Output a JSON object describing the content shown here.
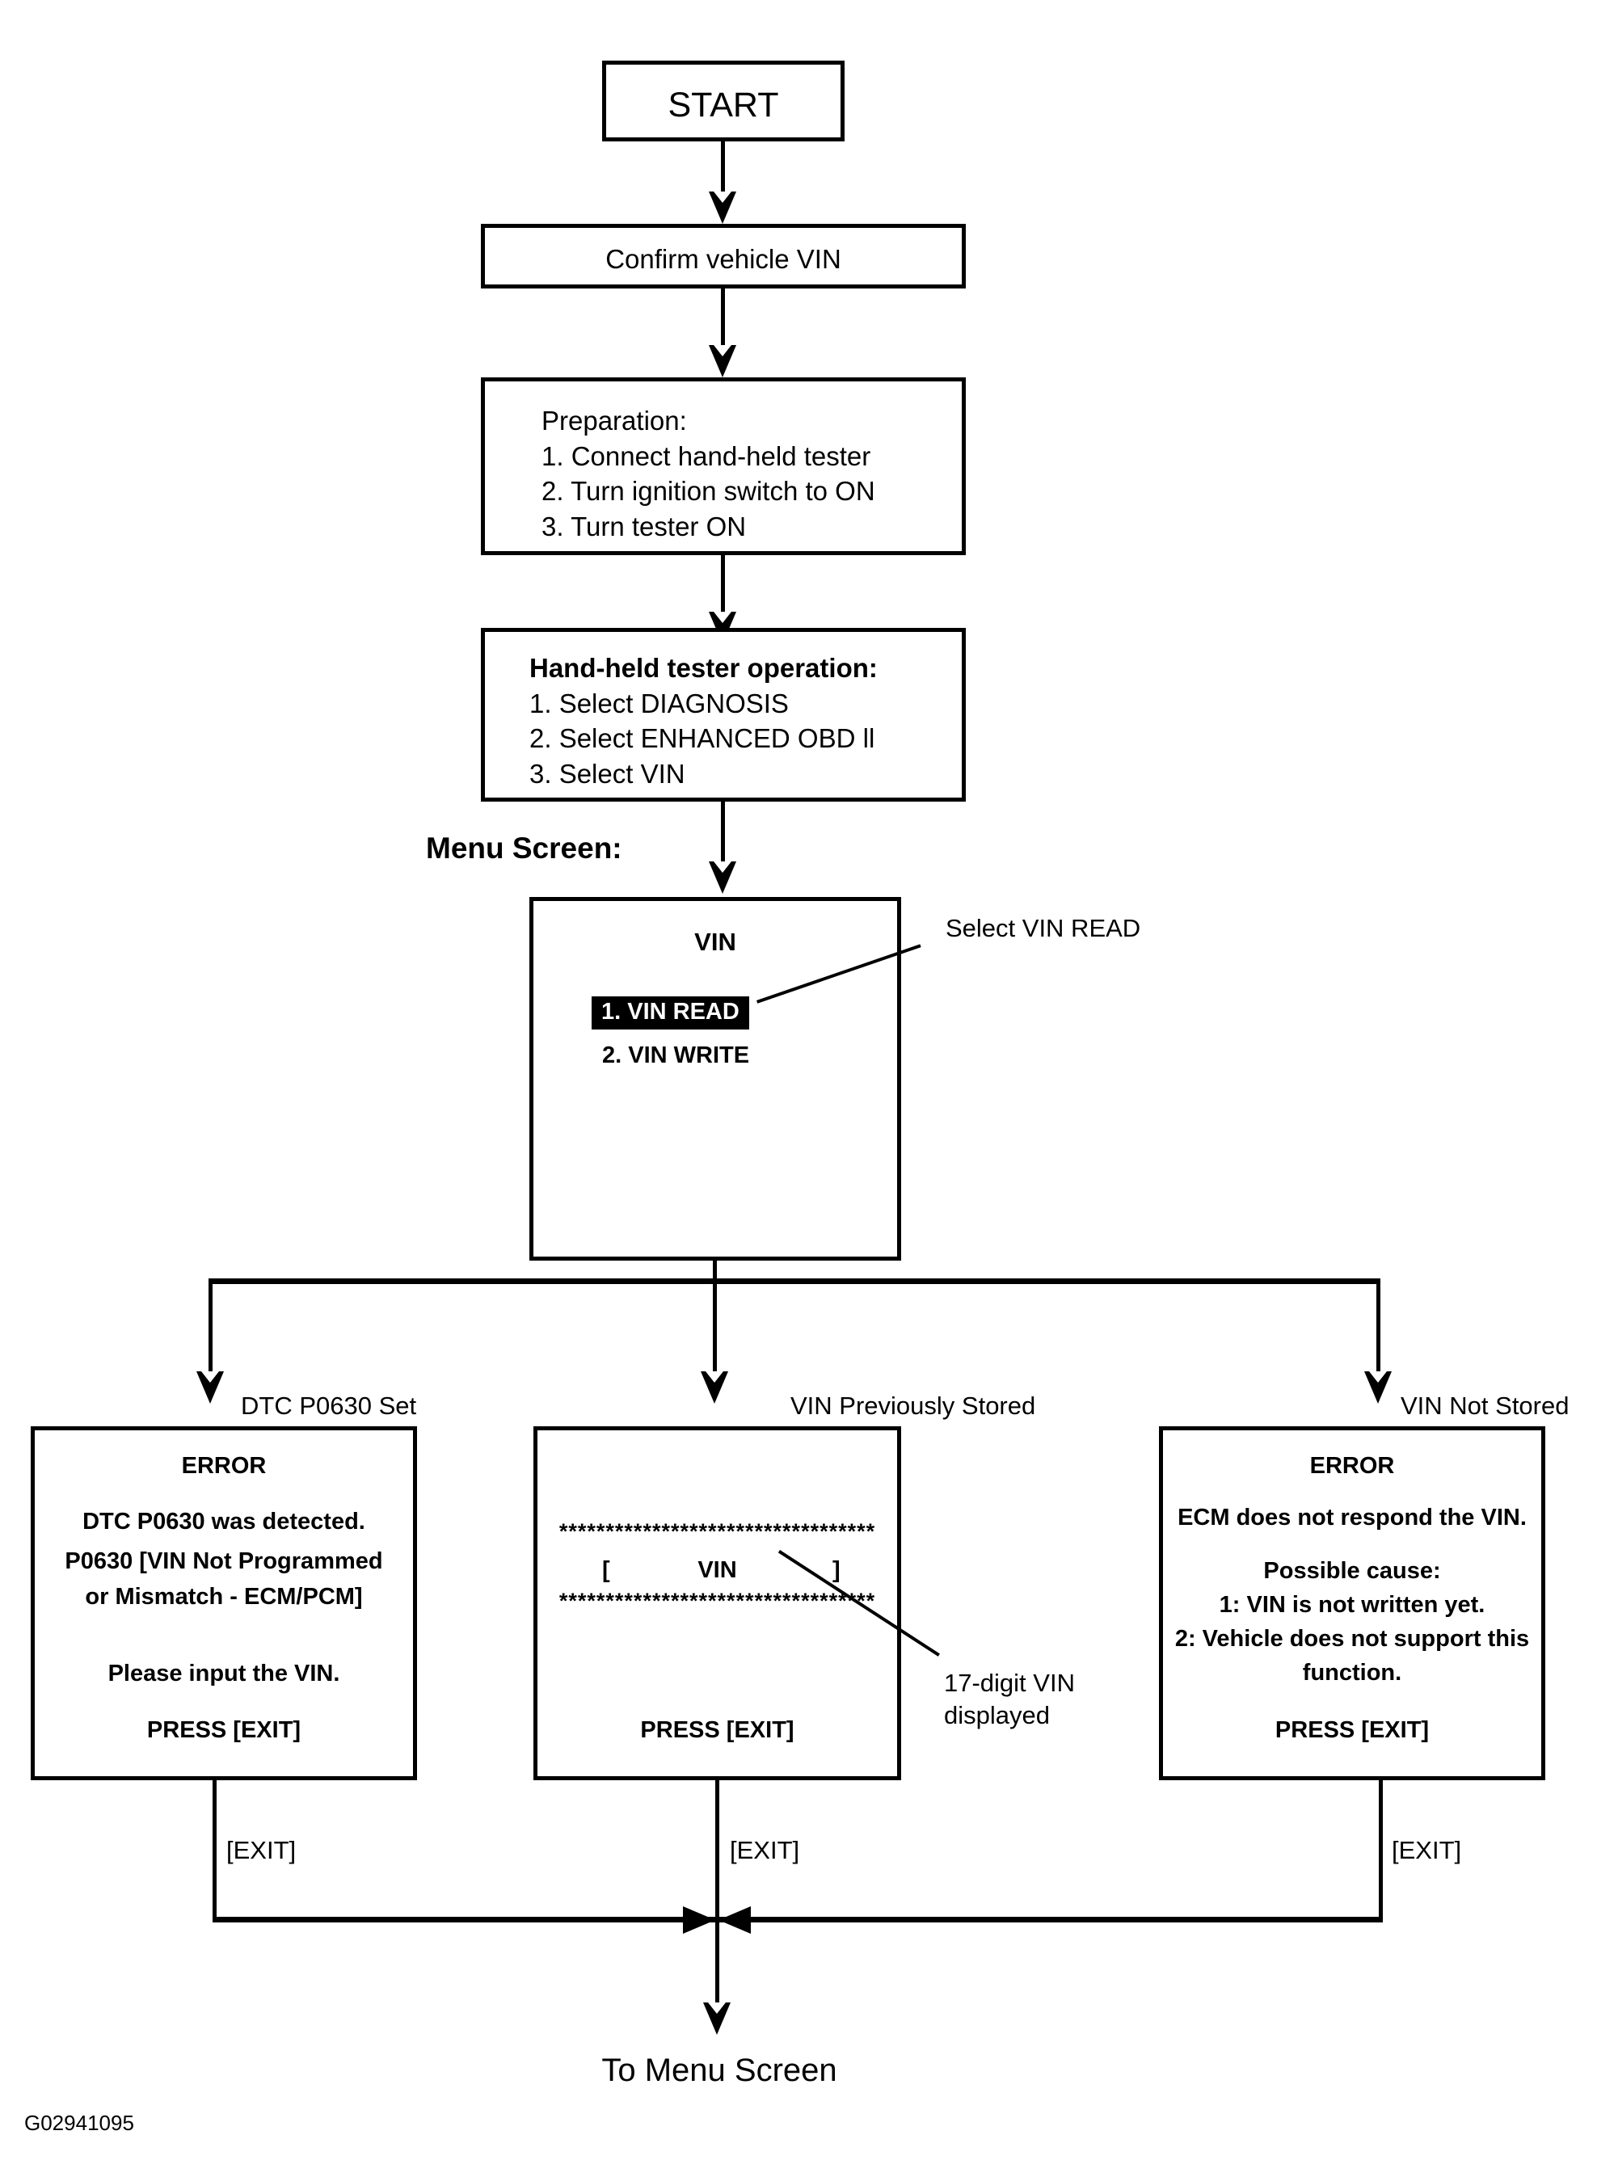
{
  "diagram": {
    "figure_id": "G02941095",
    "start_box": {
      "label": "START"
    },
    "step_confirm": {
      "label": "Confirm vehicle VIN"
    },
    "step_preparation": {
      "heading": "Preparation:",
      "items": [
        "1. Connect hand-held tester",
        "2. Turn ignition switch to ON",
        "3. Turn tester ON"
      ]
    },
    "step_tester_operation": {
      "heading": "Hand-held tester operation:",
      "items": [
        "1. Select DIAGNOSIS",
        "2. Select ENHANCED OBD ll",
        "3. Select VIN"
      ]
    },
    "menu_screen_caption": "Menu Screen:",
    "menu_screen": {
      "title": "VIN",
      "options": [
        {
          "label": "1. VIN READ",
          "highlighted": true
        },
        {
          "label": "2. VIN WRITE",
          "highlighted": false
        }
      ]
    },
    "callout_select_vin_read": "Select VIN READ",
    "callout_17_digit": [
      "17-digit VIN",
      "displayed"
    ],
    "branch_labels": {
      "left": "DTC P0630 Set",
      "center": "VIN Previously Stored",
      "right": "VIN Not Stored"
    },
    "screen_error_dtc": {
      "title": "ERROR",
      "lines": [
        "DTC P0630 was detected.",
        "P0630  [VIN Not Programmed",
        "or Mismatch - ECM/PCM]",
        "Please input the VIN."
      ],
      "footer": "PRESS [EXIT]"
    },
    "screen_vin_stored": {
      "stars_top": "**********************************",
      "vin_open_bracket": "[",
      "vin_text": "VIN",
      "vin_close_bracket": "]",
      "stars_bottom": "**********************************",
      "footer": "PRESS [EXIT]"
    },
    "screen_error_no_vin": {
      "title": "ERROR",
      "lines": [
        "ECM does not respond the VIN.",
        "Possible cause:",
        "1: VIN is not written yet.",
        "2: Vehicle does not support this",
        "function."
      ],
      "footer": "PRESS [EXIT]"
    },
    "exit_labels": {
      "left": "[EXIT]",
      "center": "[EXIT]",
      "right": "[EXIT]"
    },
    "end_label": "To Menu Screen"
  }
}
